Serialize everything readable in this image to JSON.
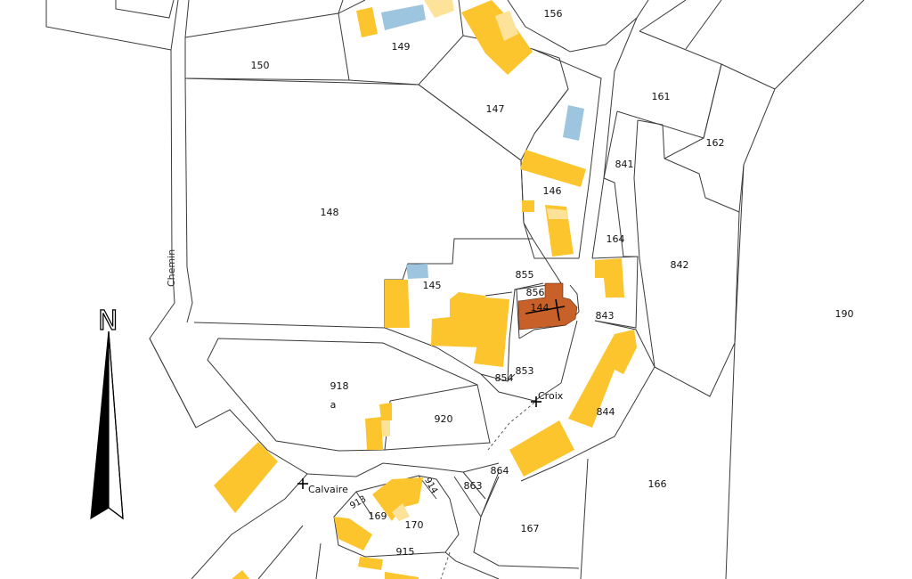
{
  "map": {
    "highlighted_parcel": "144",
    "colors": {
      "building": "#fcc52e",
      "building_light": "#fde39a",
      "water": "#9ec5df",
      "highlight": "#c8602a",
      "line": "#3a3a3a"
    },
    "road_label": "Chemin",
    "pois": [
      {
        "id": "croix",
        "label": "Croix"
      },
      {
        "id": "calvaire",
        "label": "Calvaire"
      }
    ],
    "north_arrow": {
      "label": "N",
      "icon": "north-arrow-icon"
    },
    "parcels": [
      {
        "id": "156",
        "label": "156"
      },
      {
        "id": "149",
        "label": "149"
      },
      {
        "id": "150",
        "label": "150"
      },
      {
        "id": "147",
        "label": "147"
      },
      {
        "id": "161",
        "label": "161"
      },
      {
        "id": "162",
        "label": "162"
      },
      {
        "id": "841",
        "label": "841"
      },
      {
        "id": "146",
        "label": "146"
      },
      {
        "id": "148",
        "label": "148"
      },
      {
        "id": "164",
        "label": "164"
      },
      {
        "id": "842",
        "label": "842"
      },
      {
        "id": "190",
        "label": "190"
      },
      {
        "id": "855",
        "label": "855"
      },
      {
        "id": "145",
        "label": "145"
      },
      {
        "id": "856",
        "label": "856"
      },
      {
        "id": "144",
        "label": "144"
      },
      {
        "id": "843",
        "label": "843"
      },
      {
        "id": "918",
        "label": "918"
      },
      {
        "id": "918a",
        "label": "a"
      },
      {
        "id": "853",
        "label": "853"
      },
      {
        "id": "854",
        "label": "854"
      },
      {
        "id": "920",
        "label": "920"
      },
      {
        "id": "844",
        "label": "844"
      },
      {
        "id": "864",
        "label": "864"
      },
      {
        "id": "863",
        "label": "863"
      },
      {
        "id": "166",
        "label": "166"
      },
      {
        "id": "913",
        "label": "913"
      },
      {
        "id": "914",
        "label": "914"
      },
      {
        "id": "169",
        "label": "169"
      },
      {
        "id": "170",
        "label": "170"
      },
      {
        "id": "167",
        "label": "167"
      },
      {
        "id": "915",
        "label": "915"
      }
    ]
  }
}
